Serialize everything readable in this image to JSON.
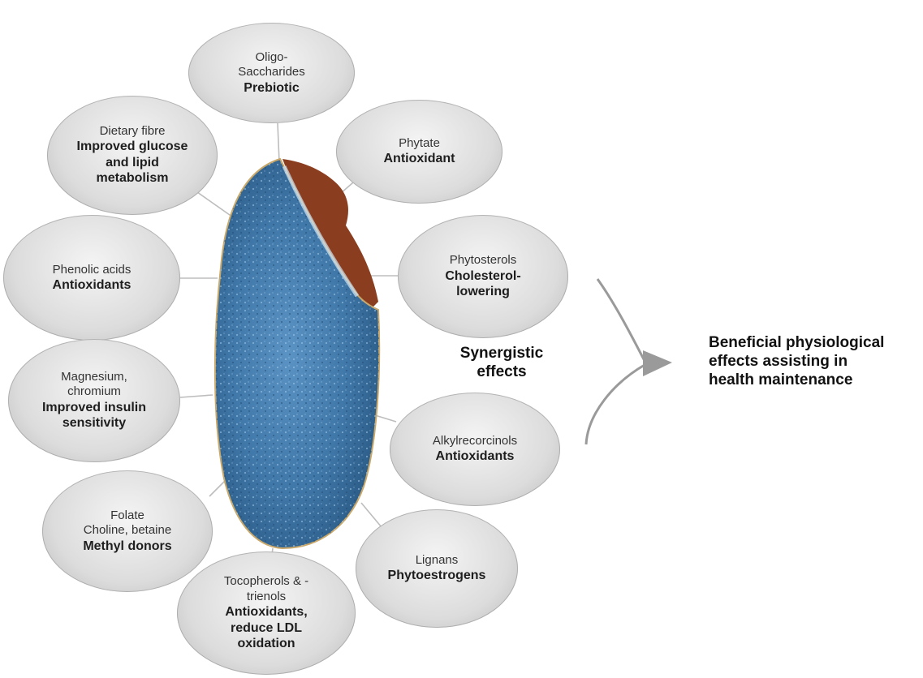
{
  "center": {
    "label_lines": [
      "Synergistic",
      "effects"
    ]
  },
  "outcome": {
    "label_lines": [
      "Beneficial physiological",
      "effects assisting in",
      "health maintenance"
    ]
  },
  "components": [
    {
      "id": "oligosaccharides",
      "name_lines": [
        "Oligo-",
        "Saccharides"
      ],
      "effect_lines": [
        "Prebiotic"
      ]
    },
    {
      "id": "phytate",
      "name_lines": [
        "Phytate"
      ],
      "effect_lines": [
        "Antioxidant"
      ]
    },
    {
      "id": "dietary-fibre",
      "name_lines": [
        "Dietary fibre"
      ],
      "effect_lines": [
        "Improved glucose",
        "and lipid",
        "metabolism"
      ]
    },
    {
      "id": "phenolic-acids",
      "name_lines": [
        "Phenolic acids"
      ],
      "effect_lines": [
        "Antioxidants"
      ]
    },
    {
      "id": "phytosterols",
      "name_lines": [
        "Phytosterols"
      ],
      "effect_lines": [
        "Cholesterol-",
        "lowering"
      ]
    },
    {
      "id": "magnesium",
      "name_lines": [
        "Magnesium,",
        "chromium"
      ],
      "effect_lines": [
        "Improved insulin",
        "sensitivity"
      ]
    },
    {
      "id": "alkylrecorcinols",
      "name_lines": [
        "Alkylrecorcinols"
      ],
      "effect_lines": [
        "Antioxidants"
      ]
    },
    {
      "id": "folate",
      "name_lines": [
        "Folate",
        "Choline, betaine"
      ],
      "effect_lines": [
        "Methyl donors"
      ]
    },
    {
      "id": "lignans",
      "name_lines": [
        "Lignans"
      ],
      "effect_lines": [
        "Phytoestrogens"
      ]
    },
    {
      "id": "tocopherols",
      "name_lines": [
        "Tocopherols & -",
        "trienols"
      ],
      "effect_lines": [
        "Antioxidants,",
        "reduce LDL",
        "oxidation"
      ]
    }
  ],
  "colors": {
    "grain_blue": "#4d86b8",
    "grain_bran": "#8a3d1f",
    "connector": "#bdbdbd",
    "arrow": "#9a9a9a"
  }
}
